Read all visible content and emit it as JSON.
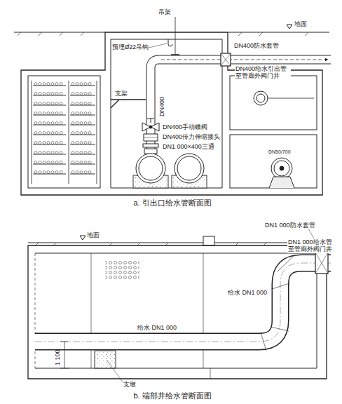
{
  "diagram": {
    "labels": [
      "吊架",
      "地面",
      "DN400防水套管",
      "预埋Ø22吊钩",
      "支架",
      "DN400给水引出管 至管廊外阀门井",
      "DN400",
      "DN400手动蝶阀",
      "DN400传力伸缩接头",
      "DN1 000×400三通",
      "DN50/700",
      "a. 引出口给水管断面图",
      "地面",
      "DN1 000防水套管",
      "DN1 000给水管 至管廊外阀门井",
      "给水 DN1 000",
      "给水 DN1 000",
      "1 100",
      "支墩",
      "b. 端部井给水管断面图"
    ]
  }
}
